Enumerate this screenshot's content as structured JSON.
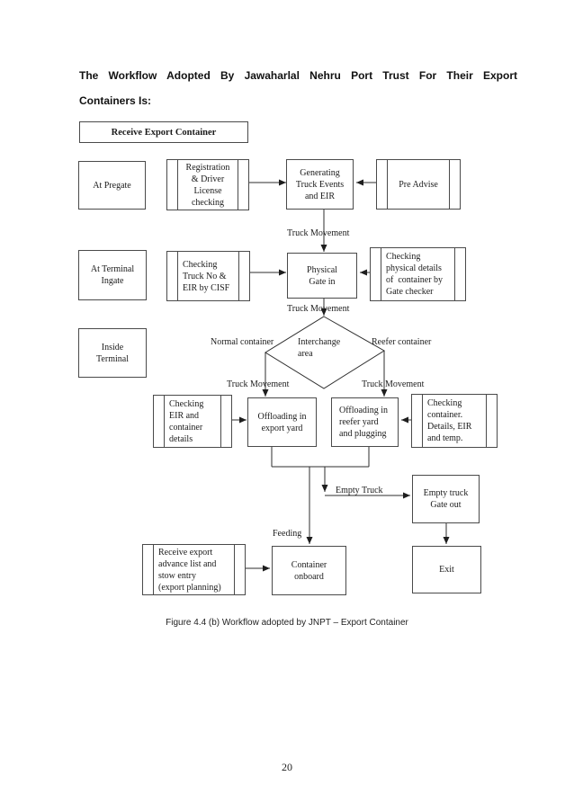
{
  "document": {
    "title_line1": "The Workflow Adopted By Jawaharlal Nehru Port Trust For Their Export",
    "title_line2": "Containers Is:",
    "caption": "Figure 4.4 (b) Workflow adopted by JNPT – Export Container",
    "page_number": "20"
  },
  "flowchart": {
    "header": "Receive Export Container",
    "nodes": {
      "at_pregate": "At Pregate",
      "registration": "Registration\n& Driver\nLicense\nchecking",
      "generating": "Generating\nTruck Events\nand EIR",
      "pre_advise": "Pre Advise",
      "at_terminal_ingate": "At Terminal\nIngate",
      "checking_truck_no": "Checking\nTruck No &\nEIR by CISF",
      "physical_gate_in": "Physical\nGate in",
      "checking_physical_details": "Checking\nphysical details\nof  container by\nGate checker",
      "inside_terminal": "Inside\nTerminal",
      "interchange_area": "Interchange\narea",
      "checking_eir": "Checking\nEIR and\ncontainer\ndetails",
      "offloading_export_yard": "Offloading in\nexport yard",
      "offloading_reefer_yard": "Offloading in\nreefer yard\nand plugging",
      "checking_container_details": "Checking\ncontainer.\nDetails, EIR\nand temp.",
      "empty_truck_gate_out": "Empty truck\nGate out",
      "receive_export_advance": "Receive export\nadvance list and\nstow entry\n(export planning)",
      "container_onboard": "Container\nonboard",
      "exit": "Exit"
    },
    "labels": {
      "truck_movement": "Truck Movement",
      "normal_container": "Normal container",
      "reefer_container": "Reefer container",
      "empty_truck": "Empty Truck",
      "feeding": "Feeding"
    },
    "colors": {
      "line": "#2e2e2e",
      "border": "#4a4a4a"
    }
  }
}
